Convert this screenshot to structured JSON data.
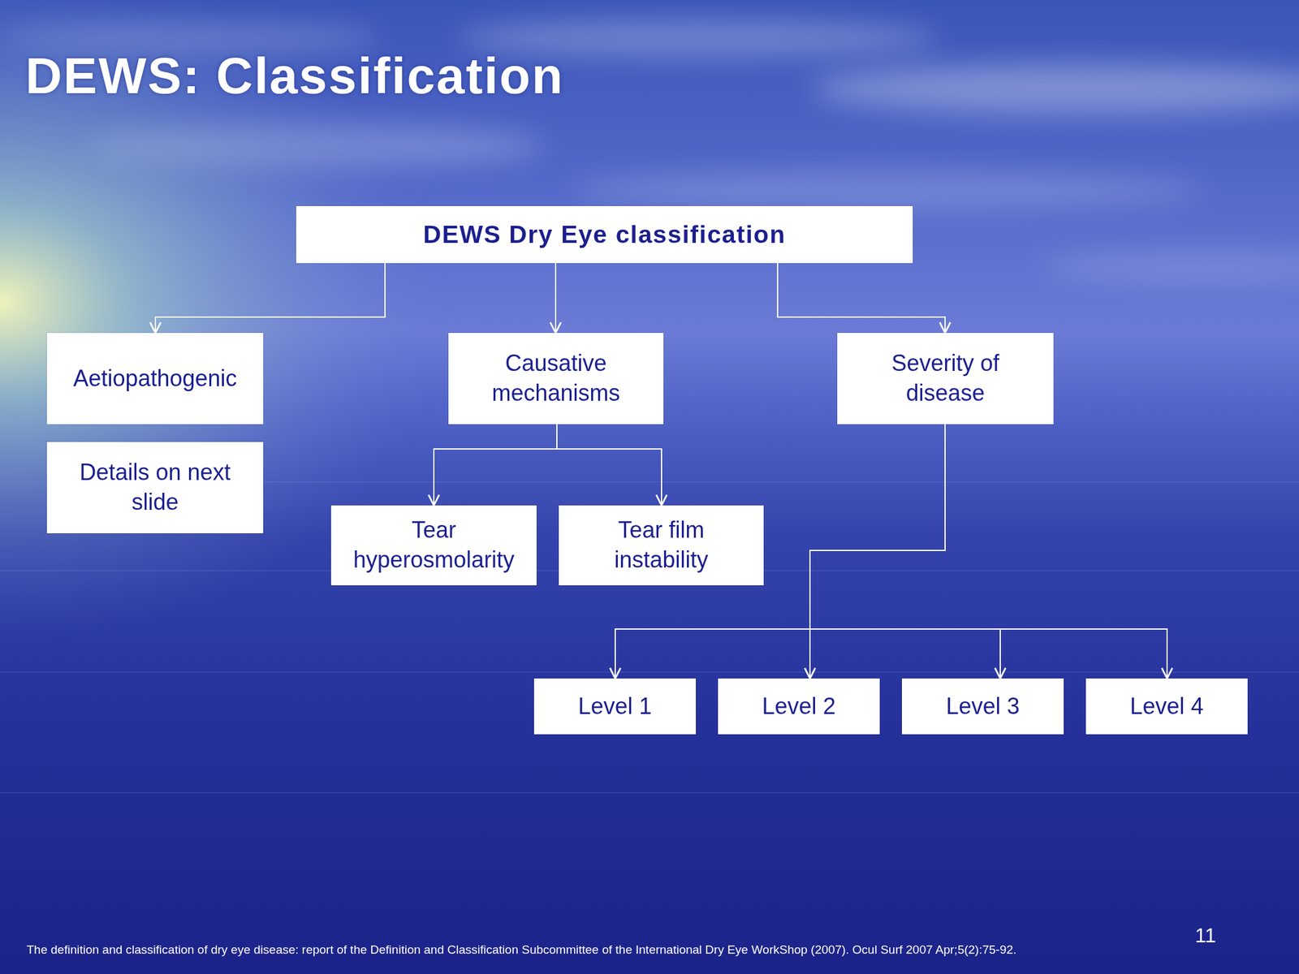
{
  "diagram": {
    "title": "DEWS: Classification",
    "nodes": [
      {
        "text": [
          "DEWS Dry Eye classification"
        ]
      },
      {
        "text": [
          "Aetiopathogenic"
        ]
      },
      {
        "text": [
          "Details on next slide"
        ]
      },
      {
        "text": [
          "Causative mechanisms"
        ]
      },
      {
        "text": [
          "Severity of disease"
        ]
      },
      {
        "text": [
          "Tear hyperosmolarity"
        ]
      },
      {
        "text": [
          "Tear film instability"
        ]
      },
      {
        "text": [
          "Level 1"
        ]
      },
      {
        "text": [
          "Level 2"
        ]
      },
      {
        "text": [
          "Level 3"
        ]
      },
      {
        "text": [
          "Level 4"
        ]
      }
    ],
    "edges": [
      {
        "from": 0,
        "to": 1,
        "arrow": "to"
      },
      {
        "from": 0,
        "to": 3,
        "arrow": "to"
      },
      {
        "from": 0,
        "to": 4,
        "arrow": "to"
      },
      {
        "from": 3,
        "to": 5,
        "arrow": "to"
      },
      {
        "from": 3,
        "to": 6,
        "arrow": "to"
      },
      {
        "from": 4,
        "to": 7,
        "arrow": "to"
      },
      {
        "from": 4,
        "to": 8,
        "arrow": "to"
      },
      {
        "from": 4,
        "to": 9,
        "arrow": "to"
      },
      {
        "from": 4,
        "to": 10,
        "arrow": "to"
      }
    ],
    "labels": [
      "The definition and classification of dry eye disease: report of the Definition and Classification Subcommittee of the International Dry Eye WorkShop (2007). Ocul Surf 2007 Apr;5(2):75-92.",
      "11"
    ]
  }
}
